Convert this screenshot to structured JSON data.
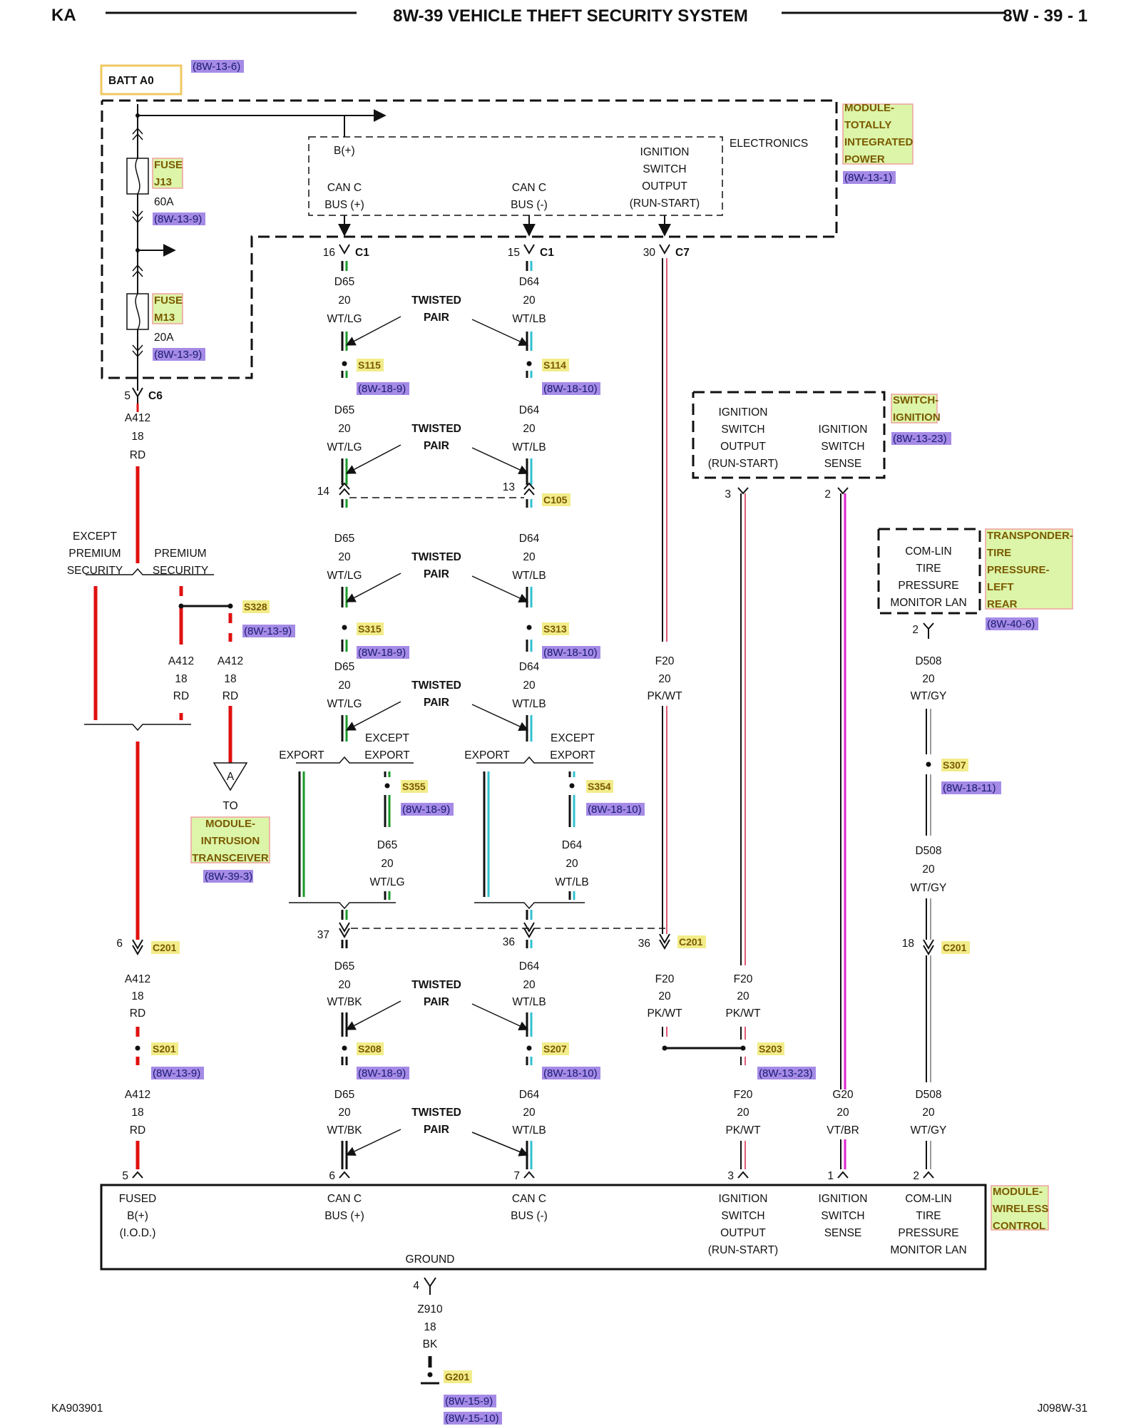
{
  "header": {
    "left": "KA",
    "title": "8W-39 VEHICLE THEFT SECURITY SYSTEM",
    "right": "8W - 39 - 1"
  },
  "footer": {
    "left": "KA903901",
    "right": "J098W-31"
  },
  "batt": {
    "label": "BATT A0",
    "ref": "(8W-13-6)"
  },
  "tipm": {
    "name": [
      "MODULE-",
      "TOTALLY",
      "INTEGRATED",
      "POWER"
    ],
    "ref": "(8W-13-1)",
    "electronics": "ELECTRONICS",
    "bplus": "B(+)",
    "canc_pos": [
      "CAN C",
      "BUS (+)"
    ],
    "canc_neg": [
      "CAN C",
      "BUS (-)"
    ],
    "ign_out": [
      "IGNITION",
      "SWITCH",
      "OUTPUT",
      "(RUN-START)"
    ],
    "fuse_j13": [
      "FUSE",
      "J13"
    ],
    "fuse_j13_amp": "60A",
    "fuse_j13_ref": "(8W-13-9)",
    "fuse_m13": [
      "FUSE",
      "M13"
    ],
    "fuse_m13_amp": "20A",
    "fuse_m13_ref": "(8W-13-9)"
  },
  "connectors": {
    "c6": {
      "pin": "5",
      "name": "C6"
    },
    "c1a": {
      "pin": "16",
      "name": "C1"
    },
    "c1b": {
      "pin": "15",
      "name": "C1"
    },
    "c7": {
      "pin": "30",
      "name": "C7"
    },
    "c105": {
      "pin_a": "14",
      "pin_b": "13",
      "name": "C105"
    },
    "c201": {
      "pin_a": "6",
      "pin_b": "37",
      "pin_c": "36",
      "pin_d": "36",
      "pin_e": "18",
      "name": "C201"
    }
  },
  "twisted": {
    "l1": "TWISTED",
    "l2": "PAIR"
  },
  "wires": {
    "d65": [
      "D65",
      "20",
      "WT/LG"
    ],
    "d64": [
      "D64",
      "20",
      "WT/LB"
    ],
    "d65bk": [
      "D65",
      "20",
      "WT/BK"
    ],
    "a412": [
      "A412",
      "18",
      "RD"
    ],
    "f20": [
      "F20",
      "20",
      "PK/WT"
    ],
    "g20": [
      "G20",
      "20",
      "VT/BR"
    ],
    "d508": [
      "D508",
      "20",
      "WT/GY"
    ],
    "z910": [
      "Z910",
      "18",
      "BK"
    ]
  },
  "splices": {
    "s115": {
      "name": "S115",
      "ref": "(8W-18-9)"
    },
    "s114": {
      "name": "S114",
      "ref": "(8W-18-10)"
    },
    "s315": {
      "name": "S315",
      "ref": "(8W-18-9)"
    },
    "s313": {
      "name": "S313",
      "ref": "(8W-18-10)"
    },
    "s355": {
      "name": "S355",
      "ref": "(8W-18-9)"
    },
    "s354": {
      "name": "S354",
      "ref": "(8W-18-10)"
    },
    "s328": {
      "name": "S328",
      "ref": "(8W-13-9)"
    },
    "s201": {
      "name": "S201",
      "ref": "(8W-13-9)"
    },
    "s208": {
      "name": "S208",
      "ref": "(8W-18-9)"
    },
    "s207": {
      "name": "S207",
      "ref": "(8W-18-10)"
    },
    "s203": {
      "name": "S203",
      "ref": "(8W-13-23)"
    },
    "s307": {
      "name": "S307",
      "ref": "(8W-18-11)"
    }
  },
  "branches": {
    "except_premium": [
      "EXCEPT",
      "PREMIUM",
      "SECURITY"
    ],
    "premium": [
      "PREMIUM",
      "SECURITY"
    ],
    "export": "EXPORT",
    "except_export": [
      "EXCEPT",
      "EXPORT"
    ]
  },
  "switch_ign": {
    "name": [
      "SWITCH-",
      "IGNITION"
    ],
    "ref": "(8W-13-23)",
    "out": [
      "IGNITION",
      "SWITCH",
      "OUTPUT",
      "(RUN-START)"
    ],
    "sense": [
      "IGNITION",
      "SWITCH",
      "SENSE"
    ],
    "pin_out": "3",
    "pin_sense": "2"
  },
  "transponder": {
    "name": [
      "TRANSPONDER-",
      "TIRE",
      "PRESSURE-",
      "LEFT",
      "REAR"
    ],
    "ref": "(8W-40-6)",
    "label": [
      "COM-LIN",
      "TIRE",
      "PRESSURE",
      "MONITOR LAN"
    ],
    "pin": "2"
  },
  "intrusion": {
    "marker": "A",
    "to": "TO",
    "name": [
      "MODULE-",
      "INTRUSION",
      "TRANSCEIVER"
    ],
    "ref": "(8W-39-3)"
  },
  "wcm": {
    "name": [
      "MODULE-",
      "WIRELESS",
      "CONTROL"
    ],
    "fused": [
      "FUSED",
      "B(+)",
      "(I.O.D.)"
    ],
    "canp": [
      "CAN C",
      "BUS (+)"
    ],
    "cann": [
      "CAN C",
      "BUS (-)"
    ],
    "ign_out": [
      "IGNITION",
      "SWITCH",
      "OUTPUT",
      "(RUN-START)"
    ],
    "ign_sense": [
      "IGNITION",
      "SWITCH",
      "SENSE"
    ],
    "comlin": [
      "COM-LIN",
      "TIRE",
      "PRESSURE",
      "MONITOR LAN"
    ],
    "ground": "GROUND",
    "pins": [
      "5",
      "6",
      "7",
      "3",
      "1",
      "2",
      "4"
    ]
  },
  "ground_g201": {
    "name": "G201",
    "refs": [
      "(8W-15-9)",
      "(8W-15-10)"
    ]
  },
  "colors": {
    "red": "#e01010",
    "green": "#1a9a2a",
    "cyan": "#30c0d0",
    "pink": "#e05a78",
    "magenta": "#e020d0",
    "gray": "#9a9a9a",
    "black": "#111111"
  }
}
